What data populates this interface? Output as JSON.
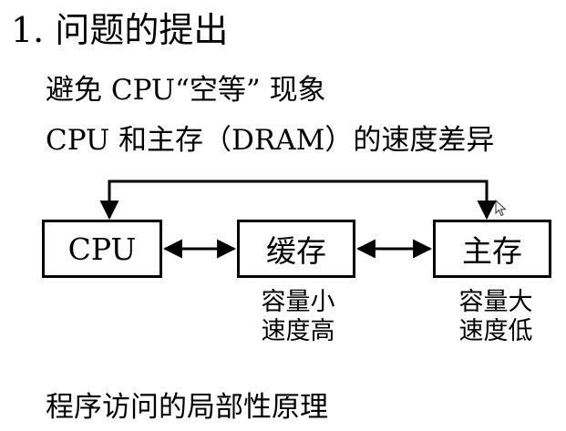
{
  "heading": "1. 问题的提出",
  "lines": [
    "避免 CPU“空等” 现象",
    "CPU 和主存（DRAM）的速度差异"
  ],
  "diagram": {
    "boxes": {
      "cpu": "CPU",
      "cache": "缓存",
      "main": "主存"
    },
    "notes": {
      "cache": [
        "容量小",
        "速度高"
      ],
      "main": [
        "容量大",
        "速度低"
      ]
    }
  },
  "bottom": "程序访问的局部性原理"
}
